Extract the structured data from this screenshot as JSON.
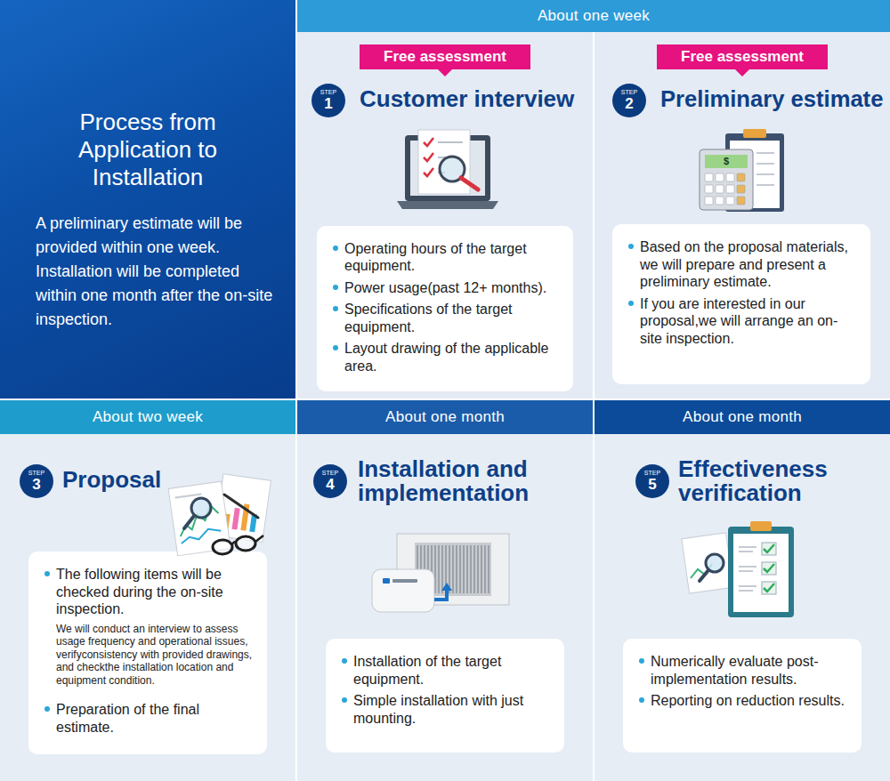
{
  "diagram": {
    "nodes": [
      {
        "text": [
          "Process from Application to Installation",
          "A preliminary estimate will be provided within one week. Installation will be completed within one month after the on-site inspection."
        ]
      },
      {
        "text": [
          "About one week"
        ]
      },
      {
        "text": [
          "Customer interview"
        ]
      },
      {
        "text": [
          "Free assessment"
        ],
        "in": 2
      },
      {
        "text": [
          "STEP",
          "1"
        ],
        "in": 2
      },
      {
        "text": [
          "Operating hours of the target equipment.",
          "Power usage(past 12+ months).",
          "Specifications of the target equipment.",
          "Layout drawing of the applicable area."
        ],
        "in": 2
      },
      {
        "text": [
          "Preliminary estimate"
        ]
      },
      {
        "text": [
          "Free assessment"
        ],
        "in": 6
      },
      {
        "text": [
          "STEP",
          "2"
        ],
        "in": 6
      },
      {
        "text": [
          "Based on the proposal materials, we will prepare and present a preliminary estimate.",
          "If you are interested in our proposal,we will arrange an on-site inspection."
        ],
        "in": 6
      },
      {
        "text": [
          "About two week"
        ]
      },
      {
        "text": [
          "Proposal"
        ]
      },
      {
        "text": [
          "STEP",
          "3"
        ],
        "in": 11
      },
      {
        "text": [
          "The following items will be checked during the on-site inspection.",
          "We will conduct an interview to assess usage frequency and operational issues, verifyconsistency with provided drawings, and checkthe installation location and equipment condition.",
          "Preparation of the final estimate."
        ],
        "in": 11
      },
      {
        "text": [
          "About one month"
        ]
      },
      {
        "text": [
          "Installation and implementation"
        ]
      },
      {
        "text": [
          "STEP",
          "4"
        ],
        "in": 15
      },
      {
        "text": [
          "Installation of the target equipment.",
          "Simple installation with just mounting."
        ],
        "in": 15
      },
      {
        "text": [
          "About one month"
        ]
      },
      {
        "text": [
          "Effectiveness verification"
        ]
      },
      {
        "text": [
          "STEP",
          "5"
        ],
        "in": 19
      },
      {
        "text": [
          "Numerically evaluate post-implementation results.",
          "Reporting on reduction results."
        ],
        "in": 19
      }
    ],
    "labels": [
      "$"
    ]
  }
}
